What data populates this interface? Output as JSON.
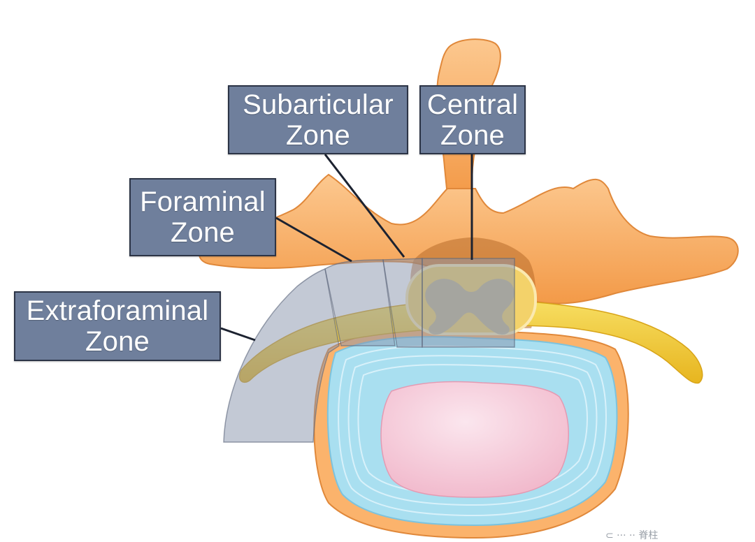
{
  "labels": {
    "subarticular": {
      "line1": "Subarticular",
      "line2": "Zone"
    },
    "central": {
      "line1": "Central",
      "line2": "Zone"
    },
    "foraminal": {
      "line1": "Foraminal",
      "line2": "Zone"
    },
    "extraforaminal": {
      "line1": "Extraforaminal",
      "line2": "Zone"
    }
  },
  "watermark": "⊂ ··· ·· 脊柱",
  "colors": {
    "bone": "#f7a95a",
    "bone_light": "#fcd0a0",
    "nerve": "#f2cf3a",
    "annulus": "#a9dff0",
    "nucleus": "#f6c6d6",
    "label_bg": "#6f7f9c",
    "zone_overlay": "#8894ac"
  }
}
